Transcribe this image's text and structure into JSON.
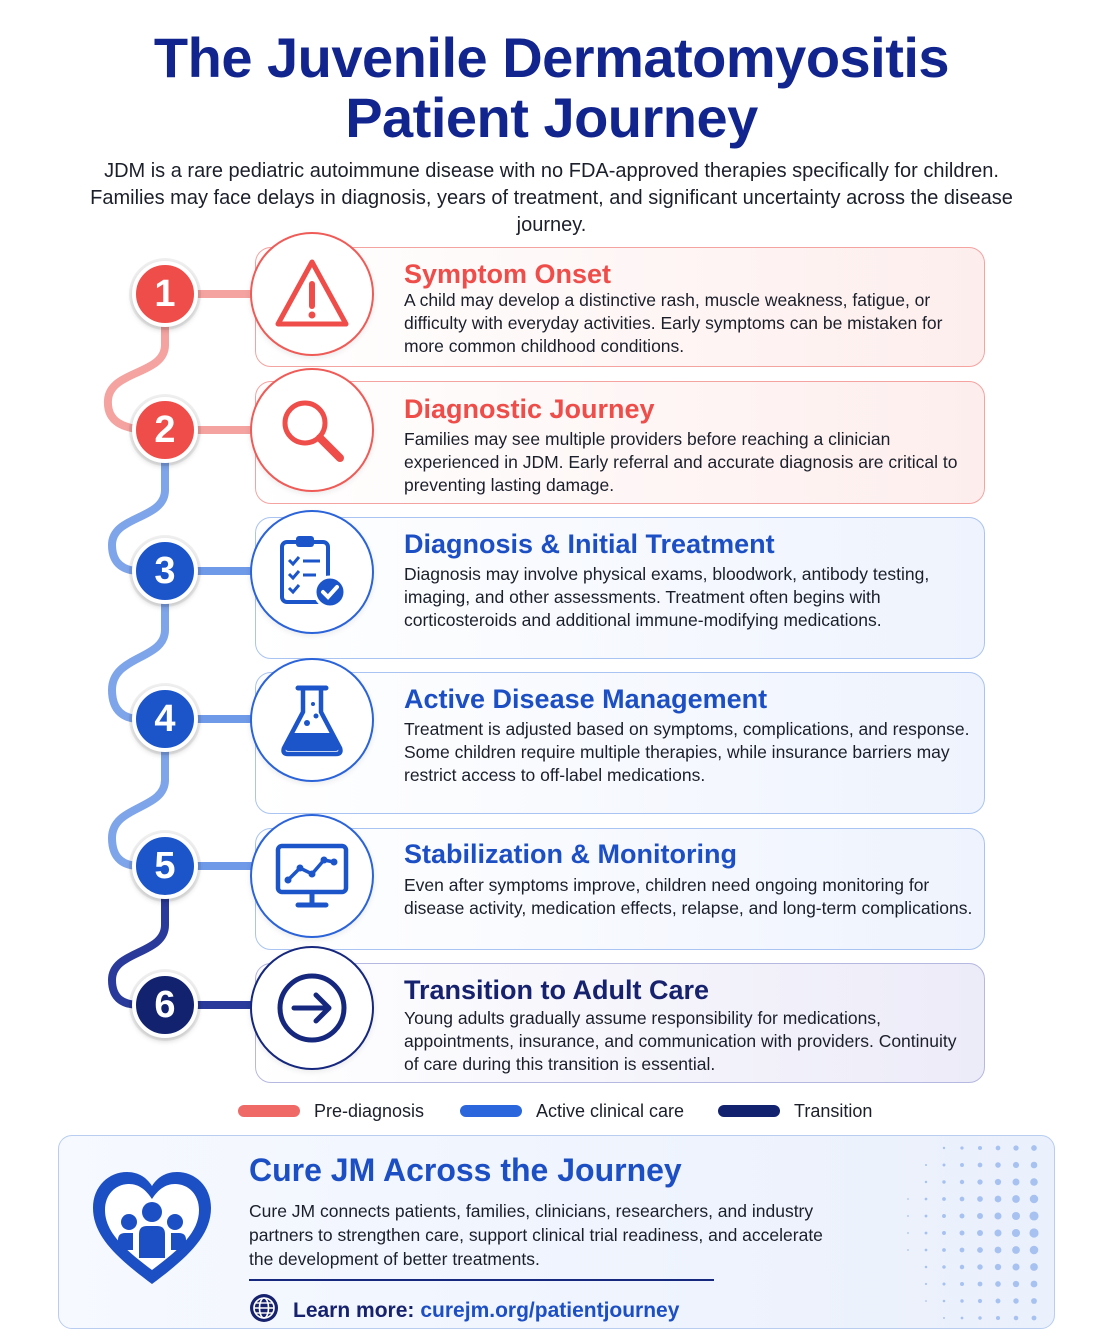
{
  "title": {
    "line1": "The Juvenile Dermatomyositis",
    "line2": "Patient Journey"
  },
  "subtitle": "JDM is a rare pediatric autoimmune disease with no FDA-approved therapies specifically for children. Families may face delays in diagnosis, years of treatment, and significant uncertainty across the disease journey.",
  "colors": {
    "pre_diagnosis": "#ee4d49",
    "active_care": "#1c55c9",
    "transition": "#12226f",
    "heading": "#12258f"
  },
  "steps": [
    {
      "number": "1",
      "icon": "warning-triangle-icon",
      "phase": "pre-diagnosis",
      "title": "Symptom Onset",
      "text": "A child may develop a distinctive rash, muscle weakness, fatigue, or difficulty with everyday activities. Early symptoms can be mistaken for more common childhood conditions."
    },
    {
      "number": "2",
      "icon": "magnifying-glass-icon",
      "phase": "pre-diagnosis",
      "title": "Diagnostic Journey",
      "text": "Families may see multiple providers before reaching a clinician experienced in JDM. Early referral and accurate diagnosis are critical to preventing lasting damage."
    },
    {
      "number": "3",
      "icon": "clipboard-check-icon",
      "phase": "active-clinical-care",
      "title": "Diagnosis & Initial Treatment",
      "text": "Diagnosis may involve physical exams, bloodwork, antibody testing, imaging, and other assessments. Treatment often begins with corticosteroids and additional immune-modifying medications."
    },
    {
      "number": "4",
      "icon": "flask-icon",
      "phase": "active-clinical-care",
      "title": "Active Disease Management",
      "text": "Treatment is adjusted based on symptoms, complications, and response. Some children require multiple therapies, while insurance barriers may restrict access to off-label medications."
    },
    {
      "number": "5",
      "icon": "monitor-chart-icon",
      "phase": "active-clinical-care",
      "title": "Stabilization & Monitoring",
      "text": "Even after symptoms improve, children need ongoing monitoring for disease activity, medication effects, relapse, and long-term complications."
    },
    {
      "number": "6",
      "icon": "arrow-right-circle-icon",
      "phase": "transition",
      "title": "Transition to Adult Care",
      "text": "Young adults gradually assume responsibility for medications, appointments, insurance, and communication with providers. Continuity of care during this transition is essential."
    }
  ],
  "legend": [
    {
      "label": "Pre-diagnosis",
      "color": "#ef6a66"
    },
    {
      "label": "Active clinical care",
      "color": "#2b66dc"
    },
    {
      "label": "Transition",
      "color": "#12226f"
    }
  ],
  "footer": {
    "icon": "heart-people-icon",
    "title": "Cure JM Across the Journey",
    "text": "Cure JM connects patients, families, clinicians, researchers, and industry partners to strengthen care, support clinical trial readiness, and accelerate the development of better treatments.",
    "learn_label": "Learn more:",
    "learn_url": "curejm.org/patientjourney",
    "link_icon": "globe-icon"
  }
}
